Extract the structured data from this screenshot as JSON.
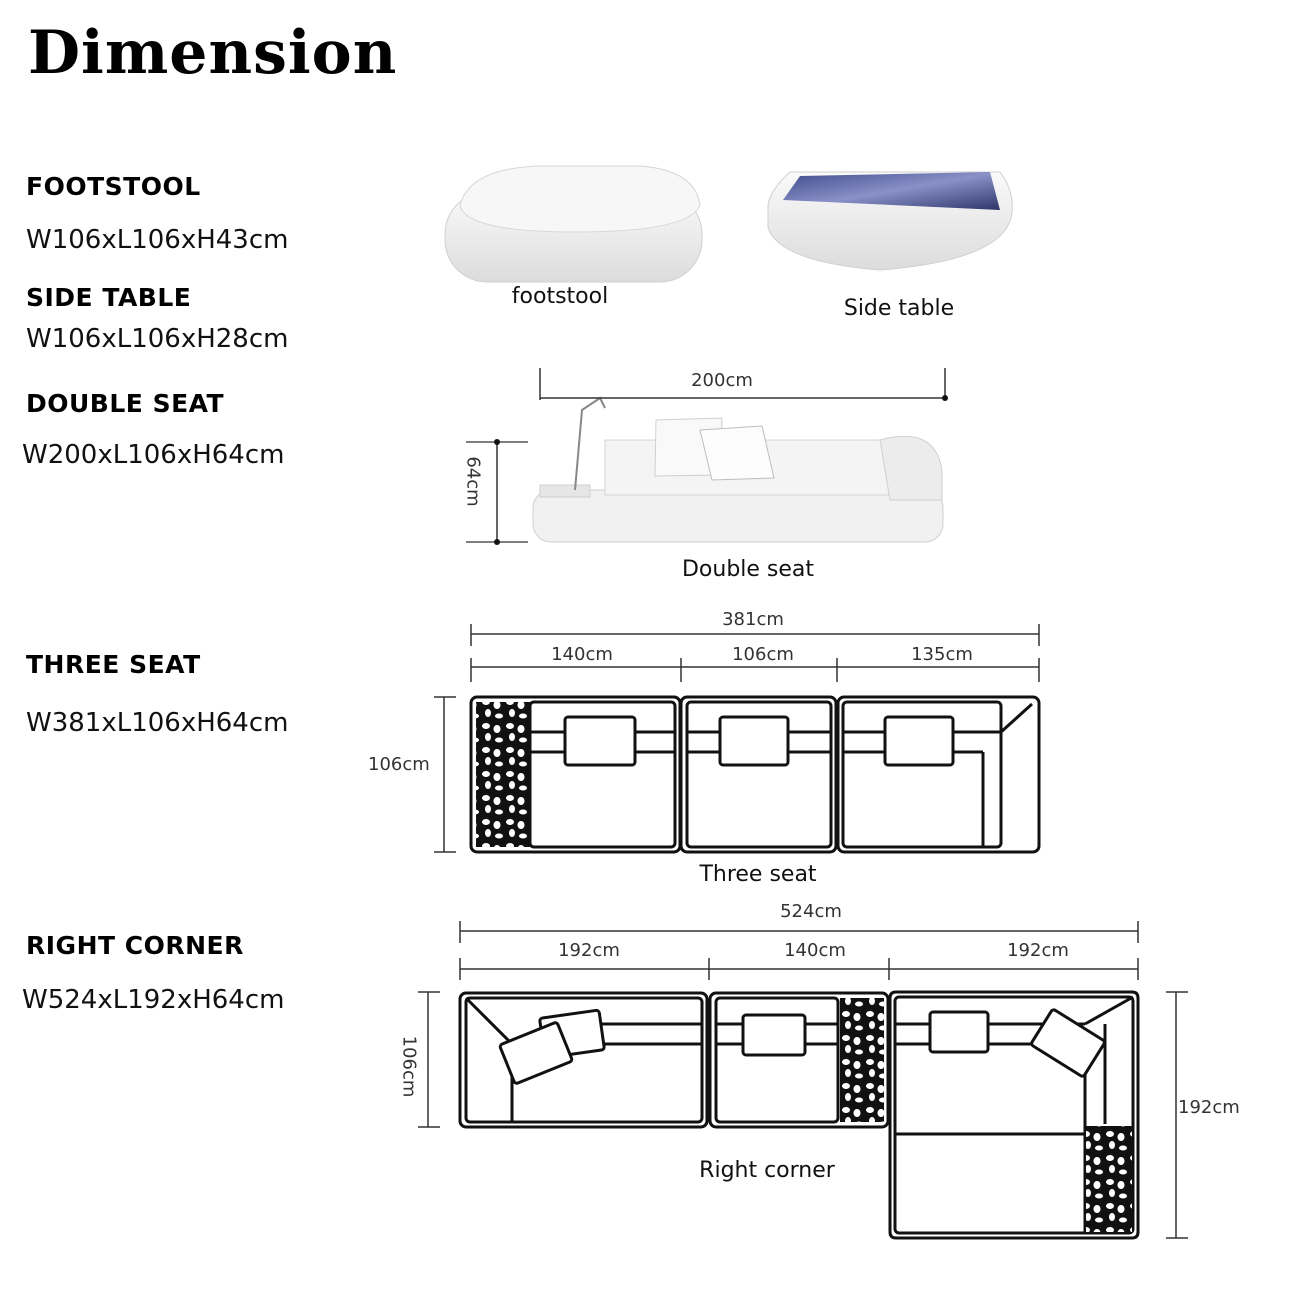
{
  "title": "Dimension",
  "specs": [
    {
      "label": "FOOTSTOOL",
      "dims": "W106xL106xH43cm"
    },
    {
      "label": "SIDE TABLE",
      "dims": "W106xL106xH28cm"
    },
    {
      "label": "DOUBLE SEAT",
      "dims": "W200xL106xH64cm"
    },
    {
      "label": "THREE SEAT",
      "dims": "W381xL106xH64cm"
    },
    {
      "label": "RIGHT CORNER",
      "dims": "W524xL192xH64cm"
    }
  ],
  "captions": {
    "footstool": "footstool",
    "side_table": "Side table",
    "double_seat": "Double seat",
    "three_seat": "Three seat",
    "right_corner": "Right corner"
  },
  "double_seat_dims": {
    "width": "200cm",
    "height": "64cm"
  },
  "three_seat_dims": {
    "total": "381cm",
    "segments": [
      "140cm",
      "106cm",
      "135cm"
    ],
    "depth": "106cm"
  },
  "right_corner_dims": {
    "total": "524cm",
    "segments": [
      "192cm",
      "140cm",
      "192cm"
    ],
    "depth": "106cm",
    "side": "192cm"
  },
  "colors": {
    "line": "#111111",
    "dim_line": "#333333",
    "upholstery": "#f2f2f2",
    "glass": "#5a63a8"
  }
}
